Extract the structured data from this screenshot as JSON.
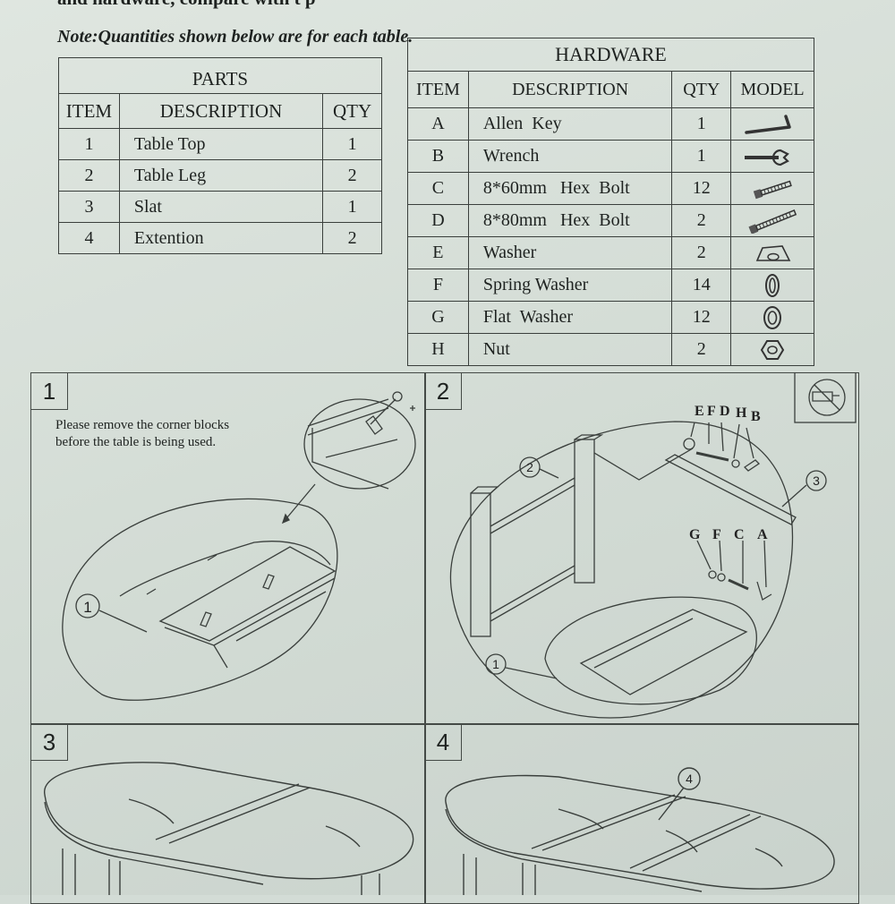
{
  "header": {
    "top_text": "and hardware, compare with t    p",
    "note": "Note:Quantities shown below are for each table."
  },
  "parts_table": {
    "title": "PARTS",
    "headers": [
      "ITEM",
      "DESCRIPTION",
      "QTY"
    ],
    "rows": [
      {
        "item": "1",
        "description": "Table Top",
        "qty": "1"
      },
      {
        "item": "2",
        "description": "Table Leg",
        "qty": "2"
      },
      {
        "item": "3",
        "description": "Slat",
        "qty": "1"
      },
      {
        "item": "4",
        "description": "Extention",
        "qty": "2"
      }
    ]
  },
  "hardware_table": {
    "title": "HARDWARE",
    "headers": [
      "ITEM",
      "DESCRIPTION",
      "QTY",
      "MODEL"
    ],
    "rows": [
      {
        "item": "A",
        "description": "Allen  Key",
        "qty": "1",
        "model_icon": "allen-key-icon"
      },
      {
        "item": "B",
        "description": "Wrench",
        "qty": "1",
        "model_icon": "wrench-icon"
      },
      {
        "item": "C",
        "description": "8*60mm   Hex  Bolt",
        "qty": "12",
        "model_icon": "short-bolt-icon"
      },
      {
        "item": "D",
        "description": "8*80mm   Hex  Bolt",
        "qty": "2",
        "model_icon": "long-bolt-icon"
      },
      {
        "item": "E",
        "description": "Washer",
        "qty": "2",
        "model_icon": "washer-icon"
      },
      {
        "item": "F",
        "description": "Spring Washer",
        "qty": "14",
        "model_icon": "spring-washer-icon"
      },
      {
        "item": "G",
        "description": "Flat  Washer",
        "qty": "12",
        "model_icon": "flat-washer-icon"
      },
      {
        "item": "H",
        "description": "Nut",
        "qty": "2",
        "model_icon": "nut-icon"
      }
    ]
  },
  "steps": {
    "s1": {
      "number": "1",
      "text_line1": "Please remove the corner blocks",
      "text_line2": "before the table is being used.",
      "callout": "1"
    },
    "s2": {
      "number": "2",
      "callout_1": "1",
      "callout_2": "2",
      "callout_3": "3",
      "labels_top": [
        "E",
        "F",
        "D",
        "H",
        "B"
      ],
      "labels_bottom": [
        "G",
        "F",
        "C",
        "A"
      ],
      "badge_icon": "no-power-drill-icon"
    },
    "s3": {
      "number": "3"
    },
    "s4": {
      "number": "4",
      "callout_4": "4"
    }
  }
}
